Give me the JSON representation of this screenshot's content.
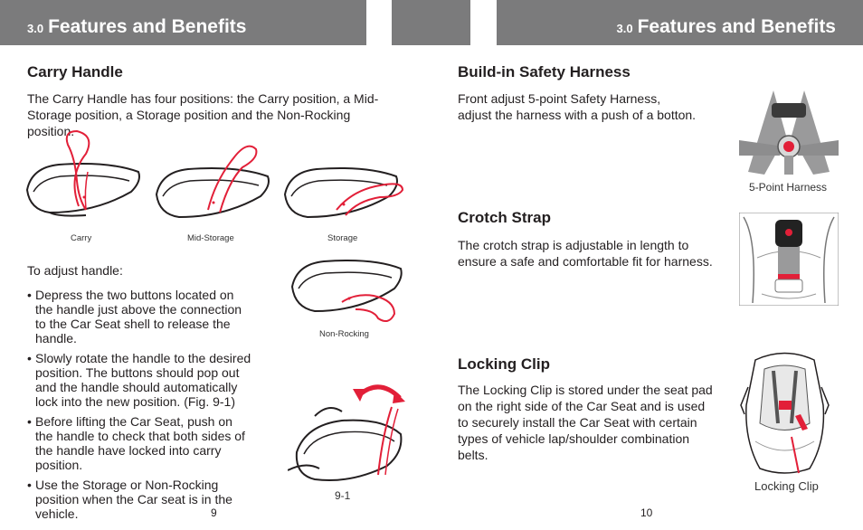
{
  "left_page": {
    "section_number": "3.0",
    "section_title": "Features and Benefits",
    "carry_handle": {
      "heading": "Carry Handle",
      "intro": "The Carry Handle has four positions: the Carry position, a Mid-Storage position, a Storage position and the Non-Rocking position.",
      "captions": [
        "Carry",
        "Mid-Storage",
        "Storage",
        "Non-Rocking"
      ],
      "adjust_label": "To adjust handle:",
      "steps": [
        "Depress the two buttons located on the handle just above the connection to the Car Seat shell to release the handle.",
        "Slowly rotate the handle to the desired position. The buttons should pop out and the handle should automatically lock into the new position. (Fig. 9-1)",
        "Before lifting the Car Seat, push on the handle to check that both sides of the handle have locked into carry position.",
        "Use the Storage or Non-Rocking position when the Car seat is in the vehicle."
      ],
      "figure_label": "9-1"
    },
    "page_number": "9"
  },
  "right_page": {
    "section_number": "3.0",
    "section_title": "Features and Benefits",
    "harness": {
      "heading": "Build-in Safety Harness",
      "text": "Front adjust 5-point Safety Harness, adjust the harness with a push of a botton.",
      "caption": "5-Point Harness"
    },
    "crotch": {
      "heading": "Crotch Strap",
      "text": "The crotch strap is adjustable in length to ensure a safe and comfortable fit for harness."
    },
    "clip": {
      "heading": "Locking Clip",
      "text": "The Locking Clip is stored under the seat pad on the right side of the Car Seat and is used to securely install the Car Seat with certain types of vehicle lap/shoulder combination belts.",
      "caption": "Locking Clip"
    },
    "page_number": "10"
  },
  "colors": {
    "header_bar": "#7b7b7c",
    "accent_red": "#e21f38",
    "text": "#231f20"
  },
  "icons": [
    "car-seat-carry-illustration",
    "car-seat-mid-storage-illustration",
    "car-seat-storage-illustration",
    "car-seat-non-rocking-illustration",
    "rotate-arrow-icon",
    "harness-photo",
    "crotch-strap-photo",
    "locking-clip-photo"
  ]
}
